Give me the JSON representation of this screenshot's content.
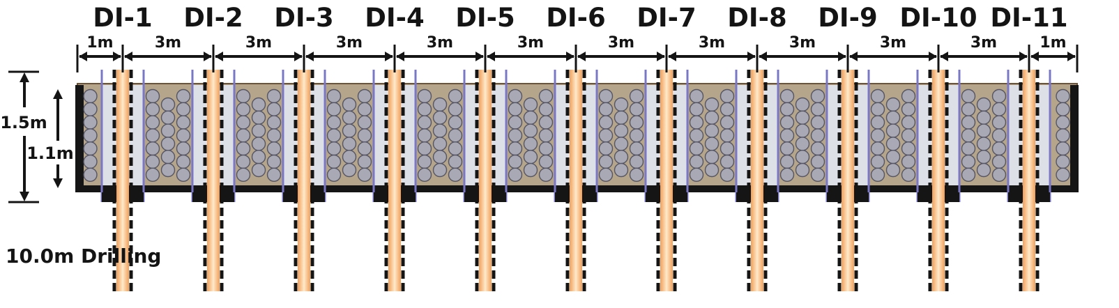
{
  "probes": [
    "DI-1",
    "DI-2",
    "DI-3",
    "DI-4",
    "DI-5",
    "DI-6",
    "DI-7",
    "DI-8",
    "DI-9",
    "DI-10",
    "DI-11"
  ],
  "spacings": [
    "1m",
    "3m",
    "3m",
    "3m",
    "3m",
    "3m",
    "3m",
    "3m",
    "3m",
    "3m",
    "3m",
    "1m"
  ],
  "dimensions": {
    "total_depth": "1.5m",
    "fill_depth": "1.1m",
    "drilling": "10.0m Drilling"
  },
  "colors": {
    "soil": "#b5a58a",
    "soil_border": "#6e5236",
    "stone_fill": "#a9a9b6",
    "stone_edge": "#555563",
    "gap": "#dde0e6",
    "liner": "#7a78c4",
    "casing": "#151515",
    "probe_core": "#f1a05b",
    "probe_light": "#ffe8c8",
    "ink": "#141414"
  }
}
